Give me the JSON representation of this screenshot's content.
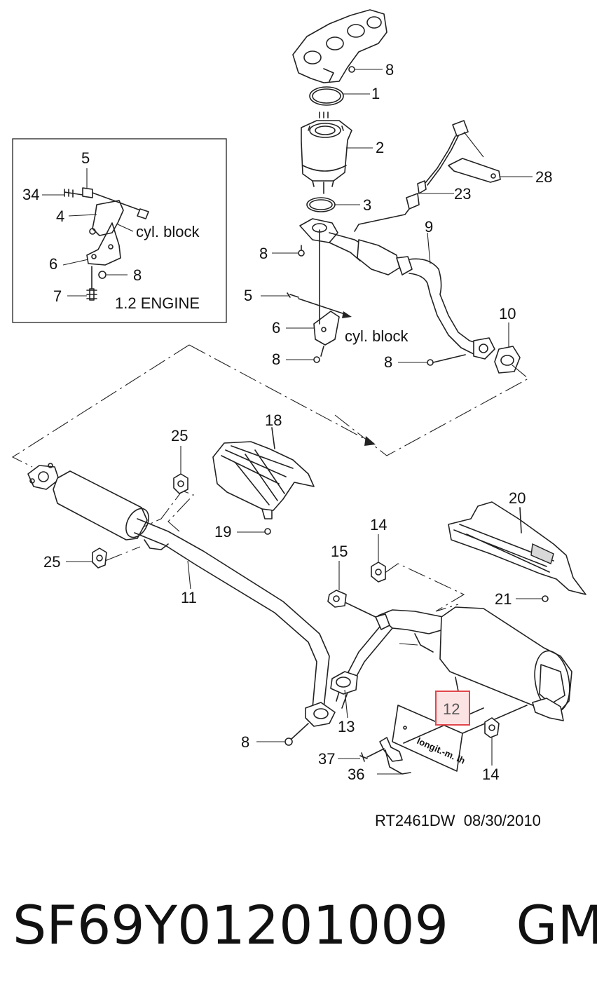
{
  "diagram": {
    "inset": {
      "engine_label": "1.2 ENGINE",
      "block_label": "cyl. block",
      "callouts": [
        "5",
        "34",
        "4",
        "6",
        "8",
        "7"
      ]
    },
    "main_block_label": "cyl. block",
    "callouts": {
      "c8a": "8",
      "c1": "1",
      "c2": "2",
      "c28": "28",
      "c23": "23",
      "c3": "3",
      "c9": "9",
      "c8b": "8",
      "c5": "5",
      "c6": "6",
      "c10": "10",
      "c8c": "8",
      "c8d": "8",
      "c18": "18",
      "c25a": "25",
      "c20": "20",
      "c19": "19",
      "c14a": "14",
      "c15": "15",
      "c25b": "25",
      "c11": "11",
      "c21": "21",
      "c12": "12",
      "c13": "13",
      "c8e": "8",
      "c37": "37",
      "c36": "36",
      "c14b": "14"
    },
    "plate_text": "longit.-m. lh",
    "highlight_color": "#e0454a",
    "highlight_fill": "#fbe3e4"
  },
  "footer": {
    "code": "RT2461DW  08/30/2010",
    "part_number": "SF69Y01201009    GM"
  }
}
